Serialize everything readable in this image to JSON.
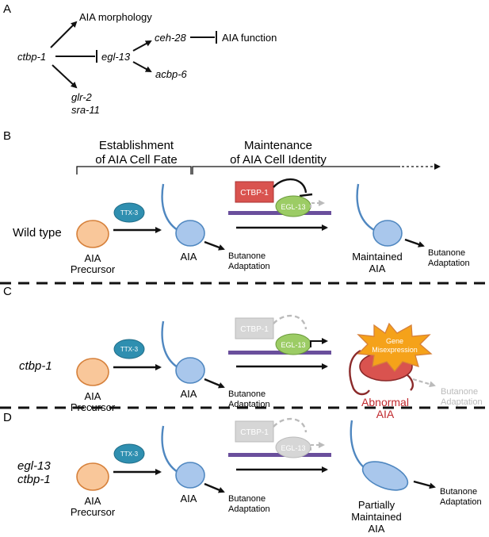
{
  "panel_a": {
    "letter": "A",
    "gene_ctbp1": "ctbp-1",
    "aia_morphology": "AIA morphology",
    "gene_egl13": "egl-13",
    "gene_ceh28": "ceh-28",
    "aia_function": "AIA function",
    "gene_acbp6": "acbp-6",
    "gene_glr2": "glr-2",
    "gene_sra11": "sra-11"
  },
  "panel_b": {
    "letter": "B",
    "establishment_line1": "Establishment",
    "establishment_line2": "of AIA Cell Fate",
    "maintenance_line1": "Maintenance",
    "maintenance_line2": "of AIA Cell Identity",
    "row_label": "Wild type",
    "ttx3": "TTX-3",
    "precursor_line1": "AIA",
    "precursor_line2": "Precursor",
    "aia": "AIA",
    "butanone_line1": "Butanone",
    "butanone_line2": "Adaptation",
    "ctbp1_box": "CTBP-1",
    "egl13_oval": "EGL-13",
    "maintained_line1": "Maintained",
    "maintained_line2": "AIA",
    "butanone2_line1": "Butanone",
    "butanone2_line2": "Adaptation"
  },
  "panel_c": {
    "letter": "C",
    "row_label": "ctbp-1",
    "ttx3": "TTX-3",
    "precursor_line1": "AIA",
    "precursor_line2": "Precursor",
    "aia": "AIA",
    "butanone_line1": "Butanone",
    "butanone_line2": "Adaptation",
    "ctbp1_box": "CTBP-1",
    "egl13_oval": "EGL-13",
    "gene_line1": "Gene",
    "gene_line2": "Misexpression",
    "abnormal_line1": "Abnormal",
    "abnormal_line2": "AIA",
    "butanone2_line1": "Butanone",
    "butanone2_line2": "Adaptation"
  },
  "panel_d": {
    "letter": "D",
    "row_label_line1": "egl-13",
    "row_label_line2": "ctbp-1",
    "ttx3": "TTX-3",
    "precursor_line1": "AIA",
    "precursor_line2": "Precursor",
    "aia": "AIA",
    "butanone_line1": "Butanone",
    "butanone_line2": "Adaptation",
    "ctbp1_box": "CTBP-1",
    "egl13_oval": "EGL-13",
    "partial_line1": "Partially",
    "partial_line2": "Maintained",
    "partial_line3": "AIA",
    "butanone2_line1": "Butanone",
    "butanone2_line2": "Adaptation"
  },
  "colors": {
    "precursor_fill": "#f9c79a",
    "precursor_stroke": "#d6803a",
    "ttx3_fill": "#2f8fb0",
    "aia_fill": "#a9c7ec",
    "aia_stroke": "#4f87c0",
    "neurite_wt": "#4f87c0",
    "neurite_abnormal": "#8b2a2a",
    "ctbp1_fill": "#d9534f",
    "egl13_fill": "#9ccc65",
    "dna_bar": "#6a4f9c",
    "gene_star": "#f5a21a",
    "abnormal_text": "#c0282d",
    "greyed": "#bbbbbb"
  }
}
